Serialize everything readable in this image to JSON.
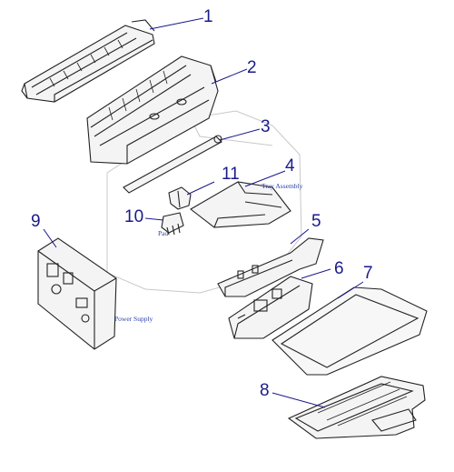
{
  "callouts": {
    "c1": "1",
    "c2": "2",
    "c3": "3",
    "c4": "4",
    "c5": "5",
    "c6": "6",
    "c7": "7",
    "c8": "8",
    "c9": "9",
    "c10": "10",
    "c11": "11"
  },
  "captions": {
    "tray_assembly": "Tray Assembly",
    "pad": "Pad",
    "power_supply": "Power Supply"
  },
  "colors": {
    "callout": "#1a1a8c",
    "leader": "#1a1a8c",
    "part_stroke": "#222222",
    "ghost_outline": "#c8c8c8"
  }
}
